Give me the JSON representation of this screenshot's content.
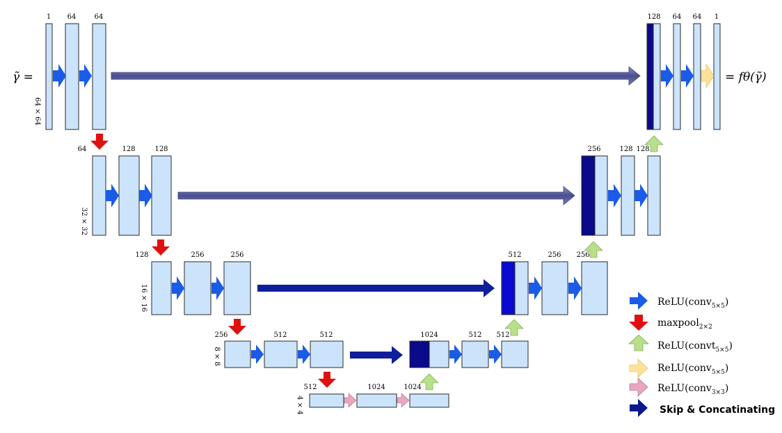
{
  "input_label": "γ̃ =",
  "output_label": "= fθ(γ̃)",
  "levels": [
    {
      "dim": "64 × 64",
      "enc_channels": [
        "1",
        "64",
        "64"
      ],
      "dec_channels": [
        "128",
        "64",
        "64",
        "1"
      ]
    },
    {
      "dim": "32 × 32",
      "enc_channels": [
        "64",
        "128",
        "128"
      ],
      "dec_channels": [
        "256",
        "128",
        "128"
      ]
    },
    {
      "dim": "16 × 16",
      "enc_channels": [
        "128",
        "256",
        "256"
      ],
      "dec_channels": [
        "512",
        "256",
        "256"
      ]
    },
    {
      "dim": "8 × 8",
      "enc_channels": [
        "256",
        "512",
        "512"
      ],
      "dec_channels": [
        "1024",
        "512",
        "512"
      ]
    },
    {
      "dim": "4 × 4",
      "enc_channels": [
        "512",
        "1024",
        "1024"
      ]
    }
  ],
  "legend": [
    {
      "text": "ReLU(conv",
      "sub": "5×5",
      "tail": ")",
      "color": "#1a5ce8",
      "dir": "right"
    },
    {
      "text": "maxpool",
      "sub": "2×2",
      "tail": "",
      "color": "#e01010",
      "dir": "down"
    },
    {
      "text": "ReLU(convt",
      "sub": "5×5",
      "tail": ")",
      "color": "#b8e08a",
      "dir": "up"
    },
    {
      "text": "ReLU(conv",
      "sub": "5×5",
      "tail": ")",
      "color": "#fde29a",
      "dir": "right"
    },
    {
      "text": "ReLU(conv",
      "sub": "3×3",
      "tail": ")",
      "color": "#e8a6c0",
      "dir": "right"
    },
    {
      "text": "Skip & Concatinating",
      "sub": "",
      "tail": "",
      "color": "#0a1a8a",
      "dir": "right",
      "bold": true
    }
  ],
  "colors": {
    "block_fill": "#cce4fb",
    "concat_dark": "#0a0a8a",
    "concat_mid": "#0a0ad0",
    "conv_arrow": "#1a5ce8",
    "pool_arrow": "#e01010",
    "up_arrow": "#b8e08a",
    "final_arrow": "#fde29a",
    "bottleneck_arrow": "#e8a6c0",
    "skip_grey": "#5b5f9e",
    "skip_navy": "#0f1f9a"
  }
}
